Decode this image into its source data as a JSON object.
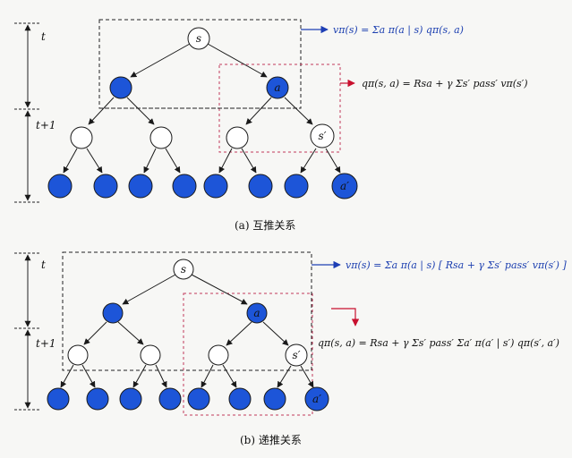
{
  "colors": {
    "filled": "#1d55d8",
    "empty": "#ffffff",
    "node_stroke": "#1a1a1a",
    "edge": "#1a1a1a",
    "dashed_black": "#222222",
    "dashed_red": "#c2385b",
    "arrow_blue": "#1e3fb5",
    "arrow_red": "#c8102e",
    "text_blue": "#1c3fb0"
  },
  "time_labels": {
    "t": "t",
    "t_plus_1": "t+1"
  },
  "node_labels": {
    "s": "s",
    "a": "a",
    "s_prime": "s′",
    "a_prime": "a′"
  },
  "diagram_a": {
    "caption": "(a) 互推关系",
    "v_equation": "vπ(s) = Σa π(a | s) qπ(s, a)",
    "q_equation": "qπ(s, a) = Rsa + γ Σs′ pass′ vπ(s′)"
  },
  "diagram_b": {
    "caption": "(b) 递推关系",
    "v_equation": "vπ(s) = Σa π(a | s) [ Rsa + γ Σs′ pass′ vπ(s′) ]",
    "q_equation": "qπ(s, a) = Rsa + γ Σs′ pass′ Σa′ π(a′ | s′) qπ(s′, a′)"
  }
}
